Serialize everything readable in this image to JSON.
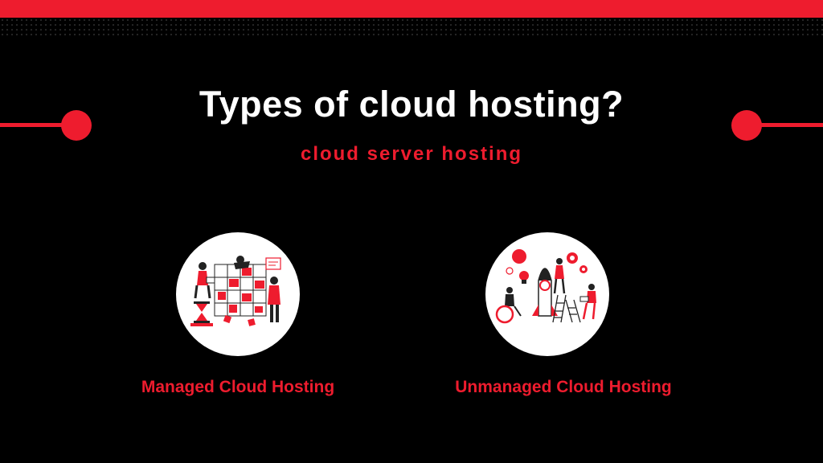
{
  "slide": {
    "title": "Types of cloud hosting?",
    "subtitle": "cloud server hosting"
  },
  "cards": [
    {
      "label": "Managed Cloud Hosting",
      "icon": "managed-hosting-illustration"
    },
    {
      "label": "Unmanaged Cloud Hosting",
      "icon": "unmanaged-hosting-illustration"
    }
  ],
  "colors": {
    "background": "#000000",
    "accent": "#ee1c2e",
    "title": "#ffffff"
  }
}
